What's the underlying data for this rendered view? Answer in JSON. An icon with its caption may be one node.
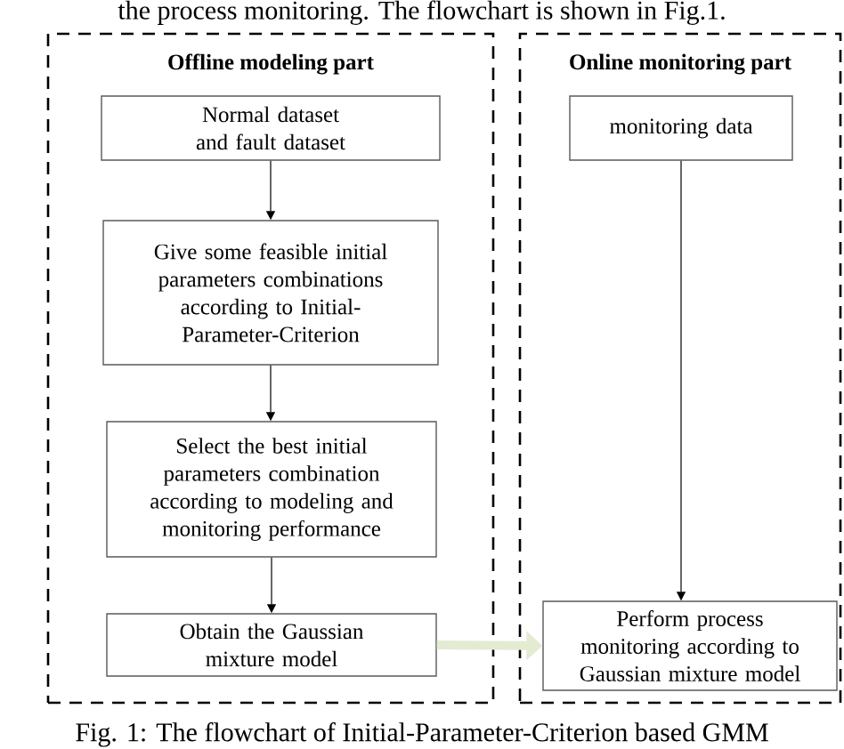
{
  "diagram": {
    "caption": "Fig. 1: The flowchart of Initial-Parameter-Criterion based GMM",
    "nodes": [
      {
        "text": [
          "Offline modeling part"
        ]
      },
      {
        "text": [
          "Online monitoring part"
        ]
      },
      {
        "text": [
          "Normal dataset and fault dataset"
        ],
        "in": 0
      },
      {
        "text": [
          "Give some feasible initial parameters combinations according to Initial-Parameter-Criterion"
        ],
        "in": 0
      },
      {
        "text": [
          "Select the best initial parameters combination according to modeling and monitoring performance"
        ],
        "in": 0
      },
      {
        "text": [
          "Obtain the Gaussian mixture model"
        ],
        "in": 0
      },
      {
        "text": [
          "monitoring data"
        ],
        "in": 1
      },
      {
        "text": [
          "Perform process monitoring according to Gaussian mixture model"
        ],
        "in": 1
      }
    ],
    "edges": [
      {
        "from": 2,
        "to": 3,
        "arrow": "to"
      },
      {
        "from": 3,
        "to": 4,
        "arrow": "to"
      },
      {
        "from": 4,
        "to": 5,
        "arrow": "to"
      },
      {
        "from": 6,
        "to": 7,
        "arrow": "to"
      },
      {
        "from": 5,
        "to": 7,
        "arrow": "to",
        "style": "thick",
        "color": "#e3ebd3"
      }
    ],
    "labels": [
      "the process monitoring. The flowchart is shown in Fig.1."
    ]
  }
}
